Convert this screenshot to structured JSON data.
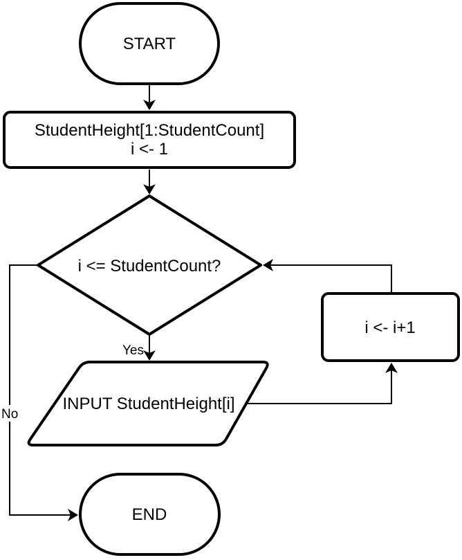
{
  "diagram": {
    "type": "flowchart",
    "colors": {
      "shape_stroke": "#000000",
      "shape_fill": "#ffffff",
      "text": "#000000",
      "background": "#ffffff"
    },
    "nodes": {
      "start": {
        "type": "terminator",
        "label": "START"
      },
      "init": {
        "type": "process",
        "line1": "StudentHeight[1:StudentCount]",
        "line2": "i <- 1"
      },
      "condition": {
        "type": "decision",
        "label": "i <= StudentCount?"
      },
      "input": {
        "type": "input-output",
        "label": "INPUT StudentHeight[i]"
      },
      "increment": {
        "type": "process",
        "label": "i <- i+1"
      },
      "end": {
        "type": "terminator",
        "label": "END"
      }
    },
    "edges": {
      "yes_label": "Yes",
      "no_label": "No"
    }
  }
}
